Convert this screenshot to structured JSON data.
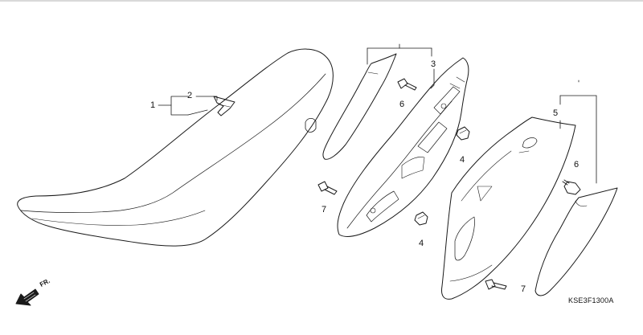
{
  "diagram": {
    "callouts": {
      "c1": "1",
      "c2": "2",
      "c3": "3",
      "c4a": "4",
      "c4b": "4",
      "c5": "5",
      "c6a": "6",
      "c6b": "6",
      "c7a": "7",
      "c7b": "7"
    },
    "direction_label": "FR.",
    "drawing_code": "KSE3F1300A",
    "colors": {
      "line": "#1a1a1a",
      "background": "#ffffff"
    }
  }
}
